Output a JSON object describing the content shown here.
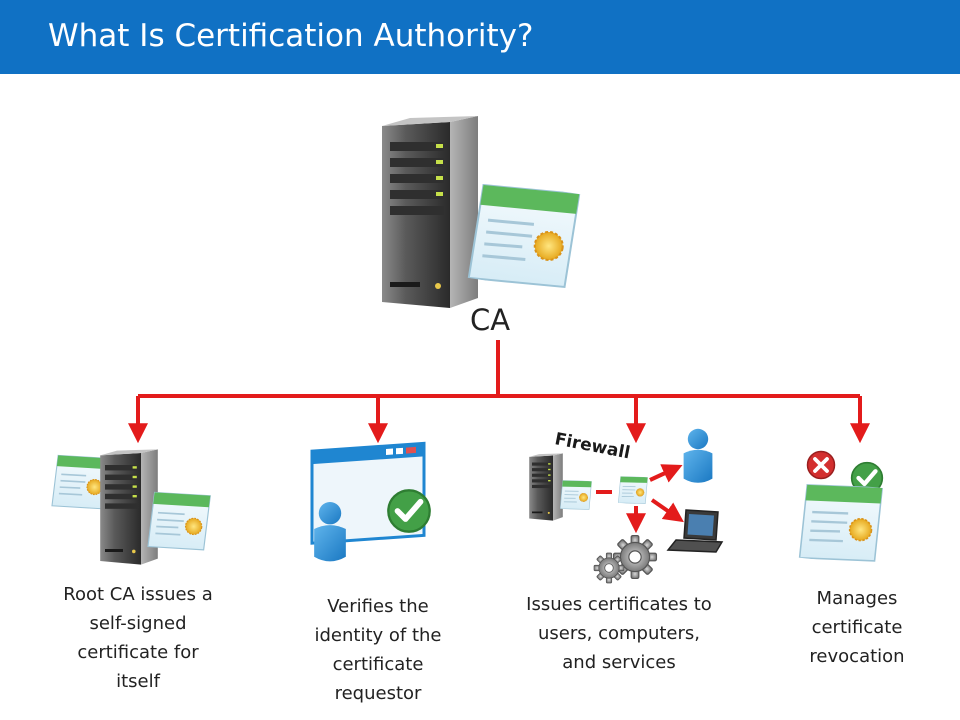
{
  "slide": {
    "title": "What Is Certification Authority?",
    "ca_label": "CA"
  },
  "branches": [
    {
      "label": "Root CA issues a self-signed certificate for itself"
    },
    {
      "label": "Verifies the identity of the certificate requestor"
    },
    {
      "label": "Issues certificates to users, computers, and services",
      "firewall_label": "Firewall"
    },
    {
      "label": "Manages certificate revocation"
    }
  ],
  "colors": {
    "title_bar": "#1071c4",
    "connector": "#e31b1b",
    "certificate_band": "#5cb85c",
    "check": "#43a047",
    "revoke": "#d32f2f"
  },
  "icons": [
    "server-icon",
    "certificate-icon",
    "user-icon",
    "window-icon",
    "check-icon",
    "laptop-icon",
    "gears-icon",
    "revoke-icon"
  ]
}
